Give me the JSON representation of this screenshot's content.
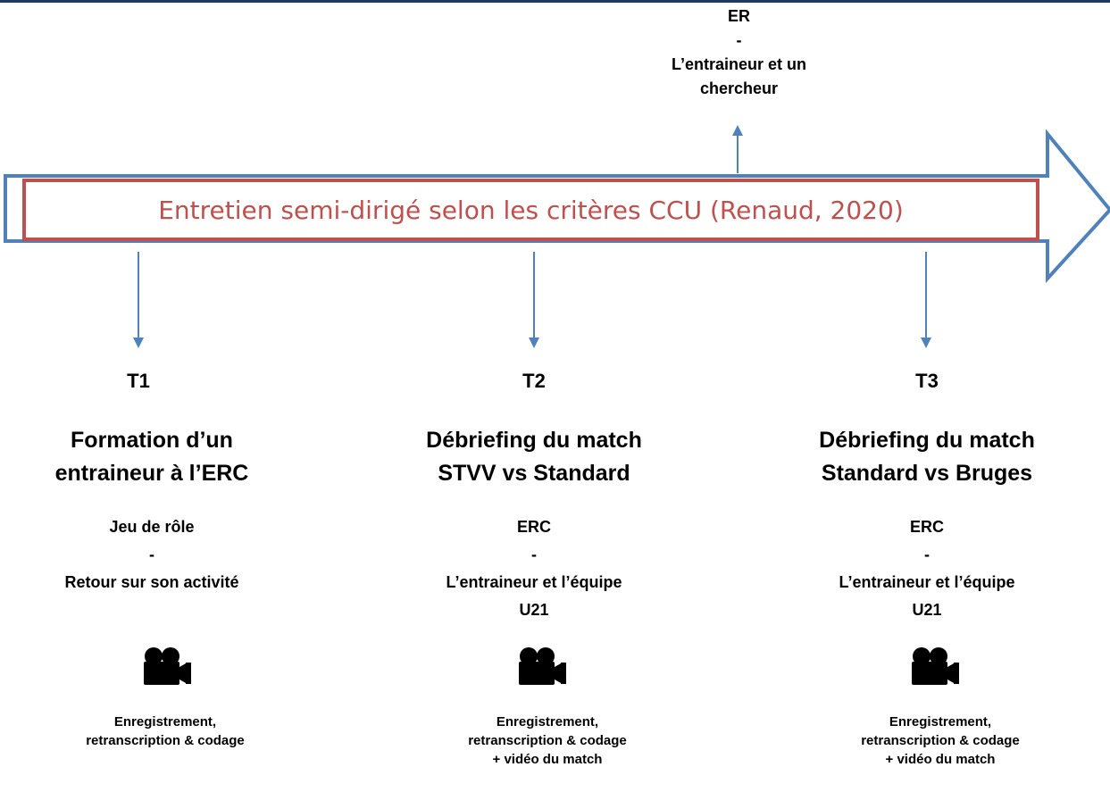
{
  "banner": {
    "text": "Entretien semi-dirigé selon les critères CCU (Renaud, 2020)"
  },
  "top_note": {
    "lines": [
      "ER",
      "-",
      "L’entraineur et un",
      "chercheur"
    ]
  },
  "stages": [
    {
      "label": "T1",
      "title": [
        "Formation d’un",
        "entraineur à l’ERC"
      ],
      "desc": [
        "Jeu de rôle",
        "-",
        "Retour sur son activité"
      ],
      "icon": "video-camera-icon",
      "foot": [
        "Enregistrement,",
        "retranscription & codage"
      ]
    },
    {
      "label": "T2",
      "title": [
        "Débriefing du match",
        "STVV vs Standard"
      ],
      "desc": [
        "ERC",
        "-",
        "L’entraineur et l’équipe",
        "U21"
      ],
      "icon": "video-camera-icon",
      "foot": [
        "Enregistrement,",
        "retranscription & codage",
        "+ vidéo du match"
      ]
    },
    {
      "label": "T3",
      "title": [
        "Débriefing du match",
        "Standard vs Bruges"
      ],
      "desc": [
        "ERC",
        "-",
        "L’entraineur et l’équipe",
        "U21"
      ],
      "icon": "video-camera-icon",
      "foot": [
        "Enregistrement,",
        "retranscription & codage",
        "+ vidéo du match"
      ]
    }
  ],
  "colors": {
    "arrow": "#4f81bd",
    "banner_border": "#c0504d",
    "banner_text": "#c0504d",
    "top_rule": "#1f3864"
  }
}
